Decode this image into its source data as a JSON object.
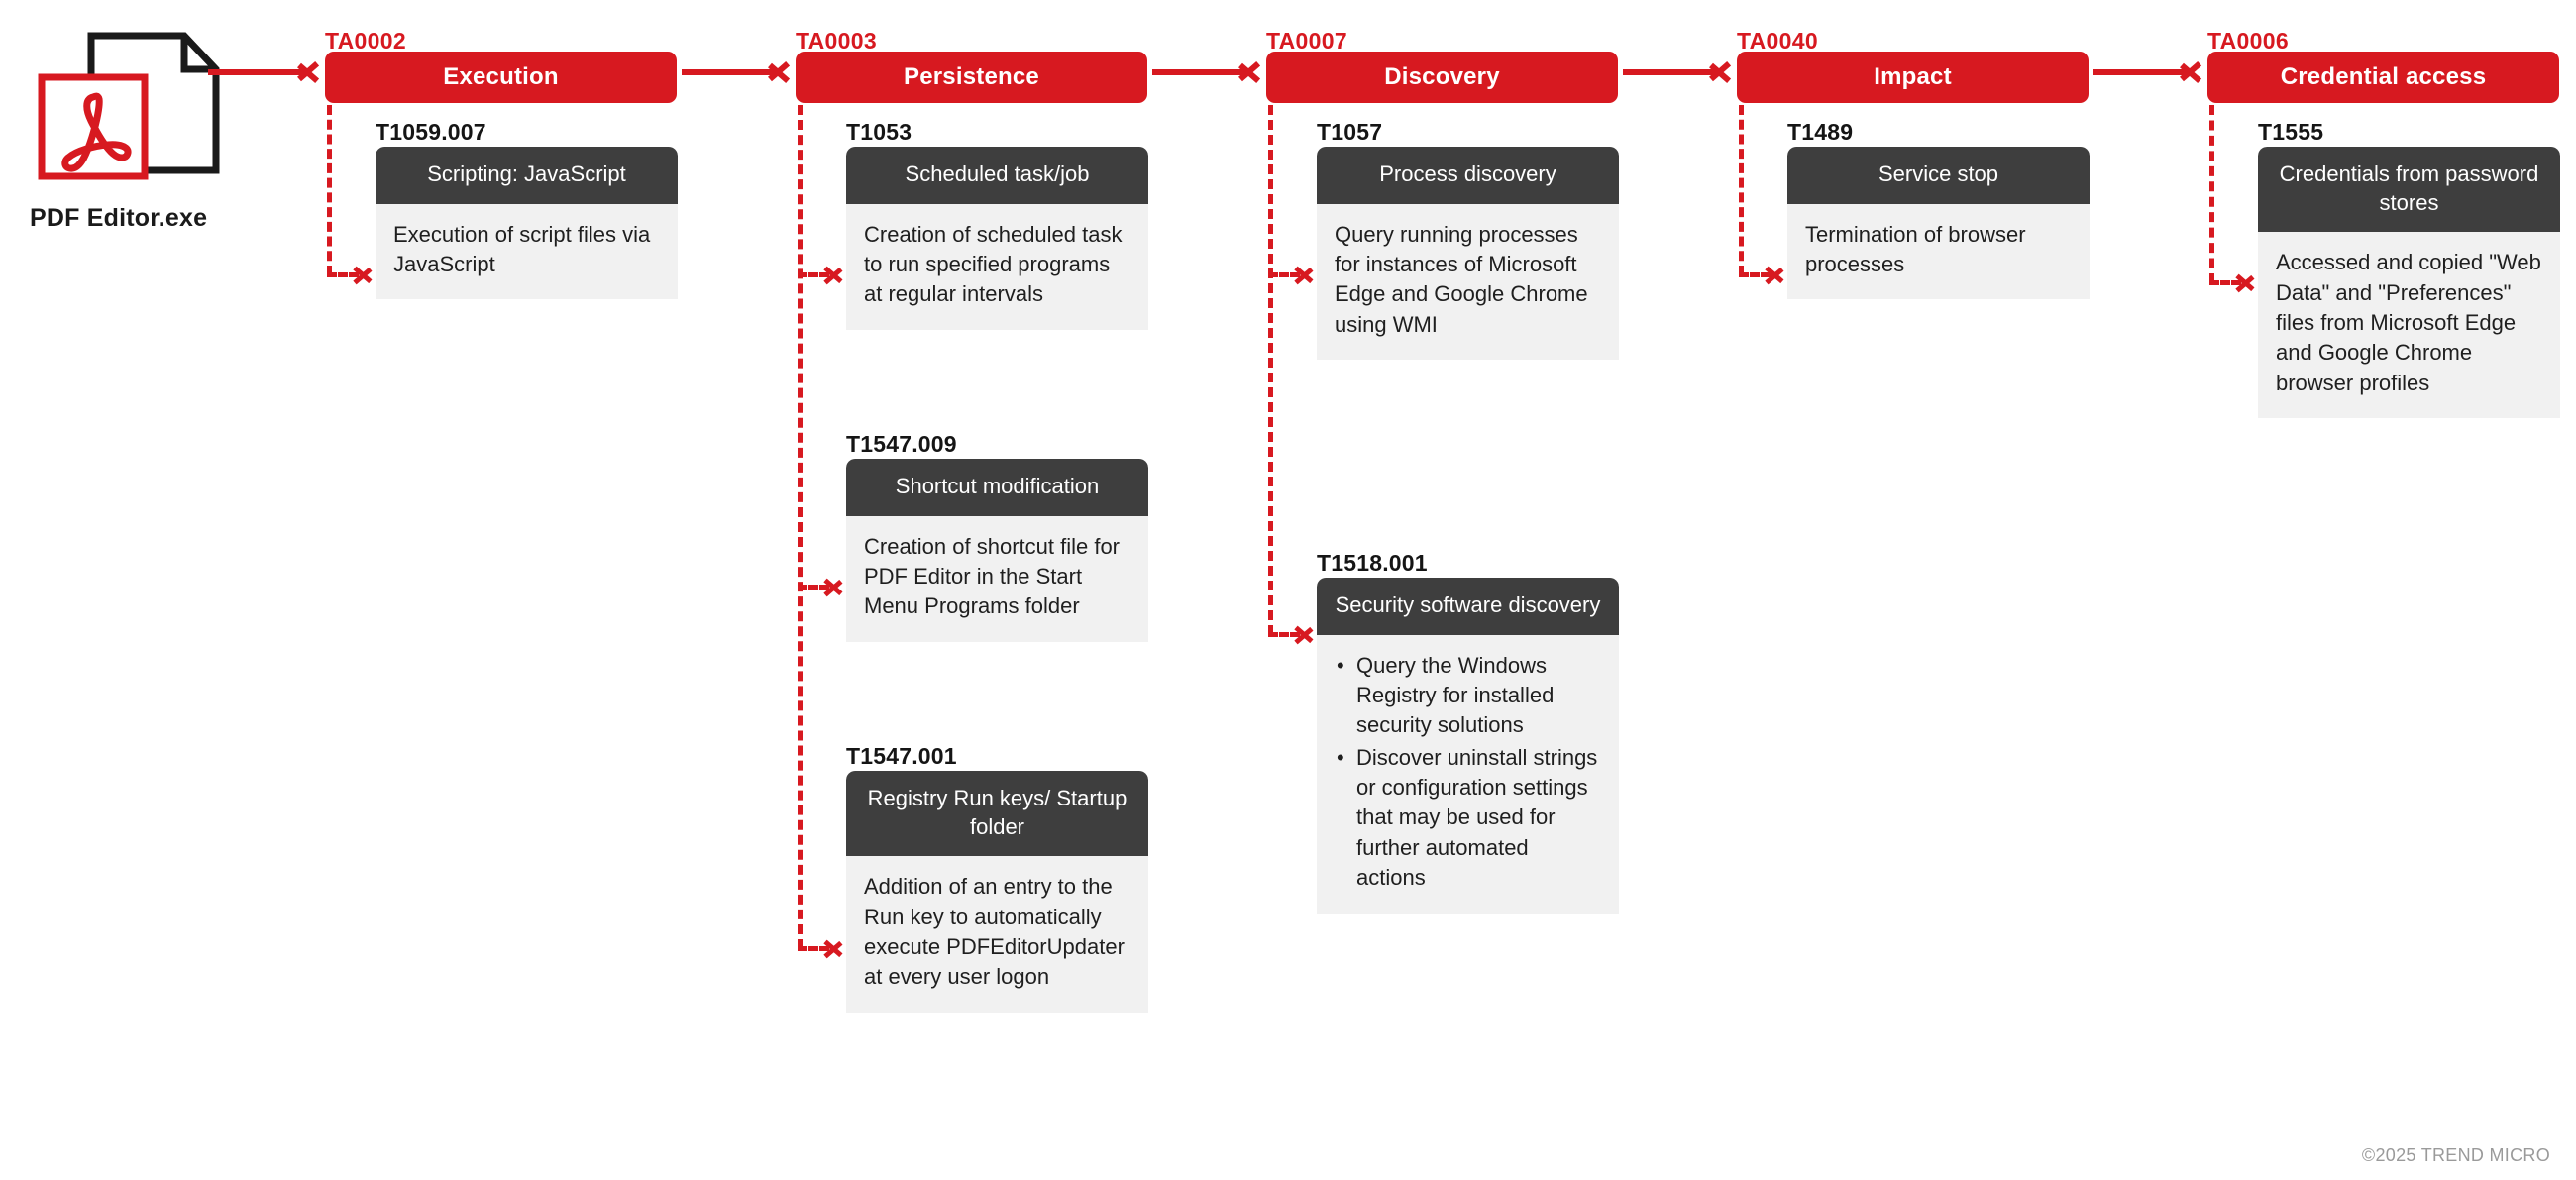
{
  "diagram": {
    "entry": {
      "icon": "pdf-file-icon",
      "label": "PDF Editor.exe"
    },
    "accent_color": "#d71920",
    "card_header_color": "#3e3e3e",
    "card_body_color": "#f1f1f1",
    "footer": "©2025 TREND MICRO",
    "columns": [
      {
        "tactic_id": "TA0002",
        "tactic_name": "Execution",
        "techniques": [
          {
            "id": "T1059.007",
            "name": "Scripting: JavaScript",
            "description": "Execution of script files via JavaScript",
            "bullets": []
          }
        ]
      },
      {
        "tactic_id": "TA0003",
        "tactic_name": "Persistence",
        "techniques": [
          {
            "id": "T1053",
            "name": "Scheduled task/job",
            "description": "Creation of scheduled task to run specified programs at regular intervals",
            "bullets": []
          },
          {
            "id": "T1547.009",
            "name": "Shortcut modification",
            "description": "Creation of shortcut file for PDF Editor in the Start Menu Programs folder",
            "bullets": []
          },
          {
            "id": "T1547.001",
            "name": "Registry Run keys/ Startup folder",
            "description": "Addition of an entry to the Run key to automatically execute PDFEditorUpdater at every user logon",
            "bullets": []
          }
        ]
      },
      {
        "tactic_id": "TA0007",
        "tactic_name": "Discovery",
        "techniques": [
          {
            "id": "T1057",
            "name": "Process discovery",
            "description": "Query running processes for instances of Microsoft Edge and Google Chrome using WMI",
            "bullets": []
          },
          {
            "id": "T1518.001",
            "name": "Security software discovery",
            "description": "",
            "bullets": [
              "Query the Windows Registry for installed security solutions",
              "Discover uninstall strings or configuration settings that may be used for further automated actions"
            ]
          }
        ]
      },
      {
        "tactic_id": "TA0040",
        "tactic_name": "Impact",
        "techniques": [
          {
            "id": "T1489",
            "name": "Service stop",
            "description": "Termination of browser processes",
            "bullets": []
          }
        ]
      },
      {
        "tactic_id": "TA0006",
        "tactic_name": "Credential access",
        "techniques": [
          {
            "id": "T1555",
            "name": "Credentials from password stores",
            "description": "Accessed and copied \"Web Data\" and \"Preferences\" files from Microsoft Edge and Google Chrome browser profiles",
            "bullets": []
          }
        ]
      }
    ]
  }
}
